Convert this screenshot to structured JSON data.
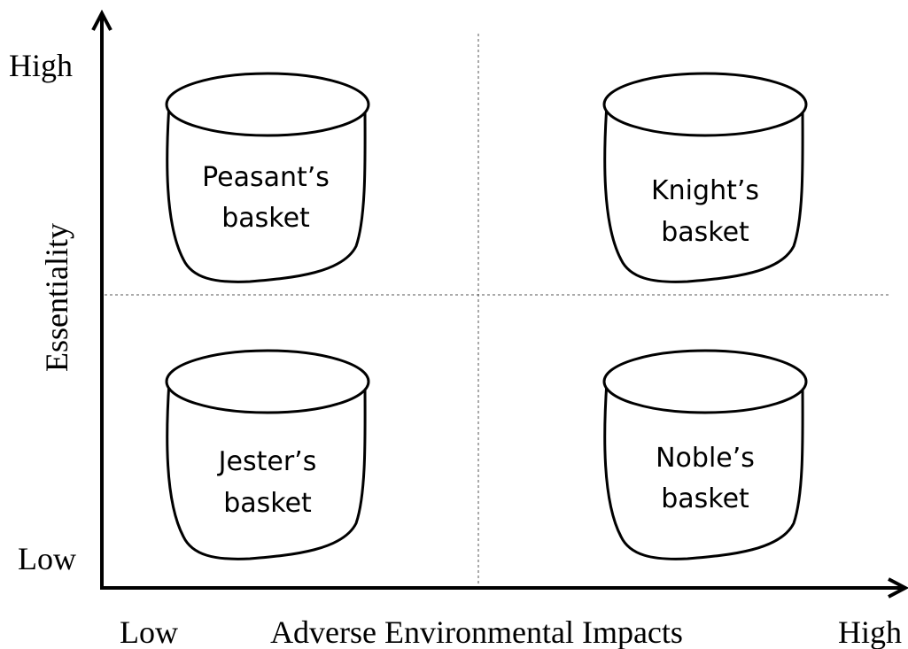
{
  "y_axis": {
    "label": "Essentiality",
    "high": "High",
    "low": "Low"
  },
  "x_axis": {
    "label": "Adverse Environmental Impacts",
    "low": "Low",
    "high": "High"
  },
  "baskets": {
    "peasant": {
      "line1": "Peasant’s",
      "line2": "basket"
    },
    "knight": {
      "line1": "Knight’s",
      "line2": "basket"
    },
    "jester": {
      "line1": "Jester’s",
      "line2": "basket"
    },
    "noble": {
      "line1": "Noble’s",
      "line2": "basket"
    }
  },
  "colors": {
    "stroke": "#000000",
    "background": "#ffffff",
    "divider": "#555555"
  }
}
